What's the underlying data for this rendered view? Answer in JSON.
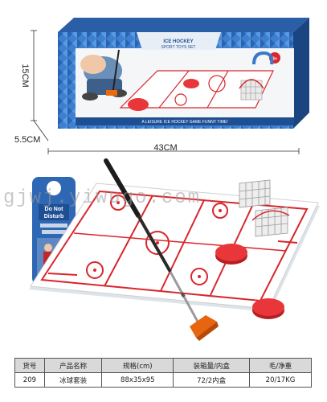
{
  "dimensions": {
    "height": "15CM",
    "depth": "5.5CM",
    "width": "43CM"
  },
  "box": {
    "banner_title_line1": "ICE HOCKEY",
    "banner_title_line2": "SPORT TOYS SET",
    "age_badge": "3+",
    "strip_text": "A LEISURE ICE HOCKEY GAME FUNNY TIME!",
    "colors": {
      "box_blue": "#3a78c8",
      "box_dark": "#1f4f93",
      "rink_red": "#d8262c",
      "puck_red": "#e8363a"
    }
  },
  "door_hanger": {
    "title_line1": "Do Not",
    "title_line2": "Disturb"
  },
  "watermark": "gjwj.yiwugo.com",
  "spec_table": {
    "headers": [
      "货号",
      "产品名称",
      "规格(cm)",
      "装箱量/内盒",
      "毛/净重"
    ],
    "row": [
      "209",
      "冰球套装",
      "88x35x95",
      "72/2内盒",
      "20/17KG"
    ]
  }
}
